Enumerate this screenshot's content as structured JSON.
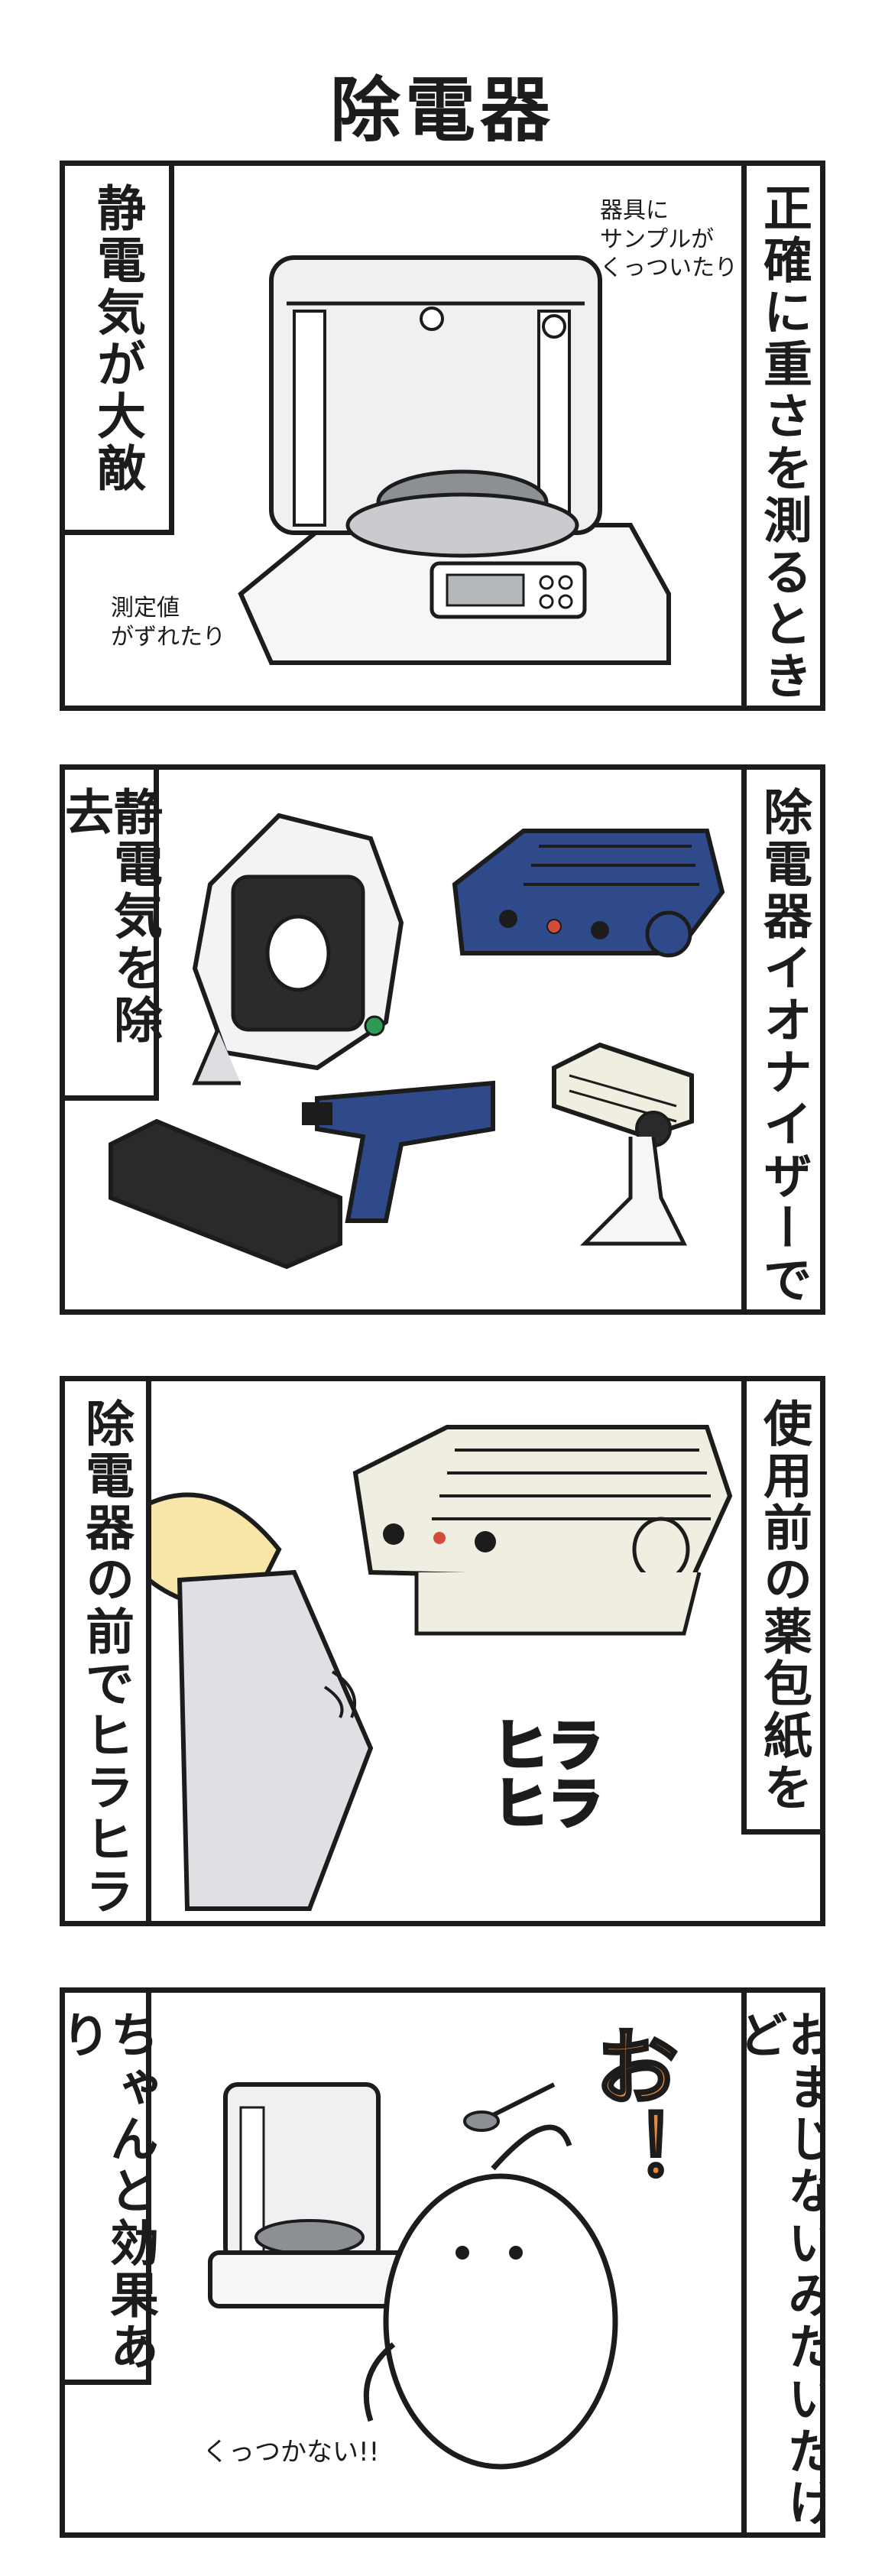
{
  "title": "除電器",
  "panels": [
    {
      "left_caption": "静電気が大敵",
      "right_caption": "正確に重さを測るとき",
      "notes": [
        "器具に\nサンプルが\nくっついたり",
        "測定値\nがずれたり"
      ]
    },
    {
      "left_caption": "静電気を除去",
      "right_caption": "除電器イオナイザーで"
    },
    {
      "left_caption": "除電器の前でヒラヒラ",
      "right_caption": "使用前の薬包紙を",
      "sfx": "ヒラ\nヒラ"
    },
    {
      "left_caption": "ちゃんと効果あり",
      "right_caption": "おまじないみたいだけど",
      "sfx": "お！",
      "note": "くっつかない!!"
    }
  ],
  "colors": {
    "navy": "#2f4a8a",
    "cream": "#efeee0",
    "grey": "#8c9094",
    "yellow": "#f3d34a",
    "orange": "#e58a3c",
    "skin": "#f7e6a8"
  }
}
